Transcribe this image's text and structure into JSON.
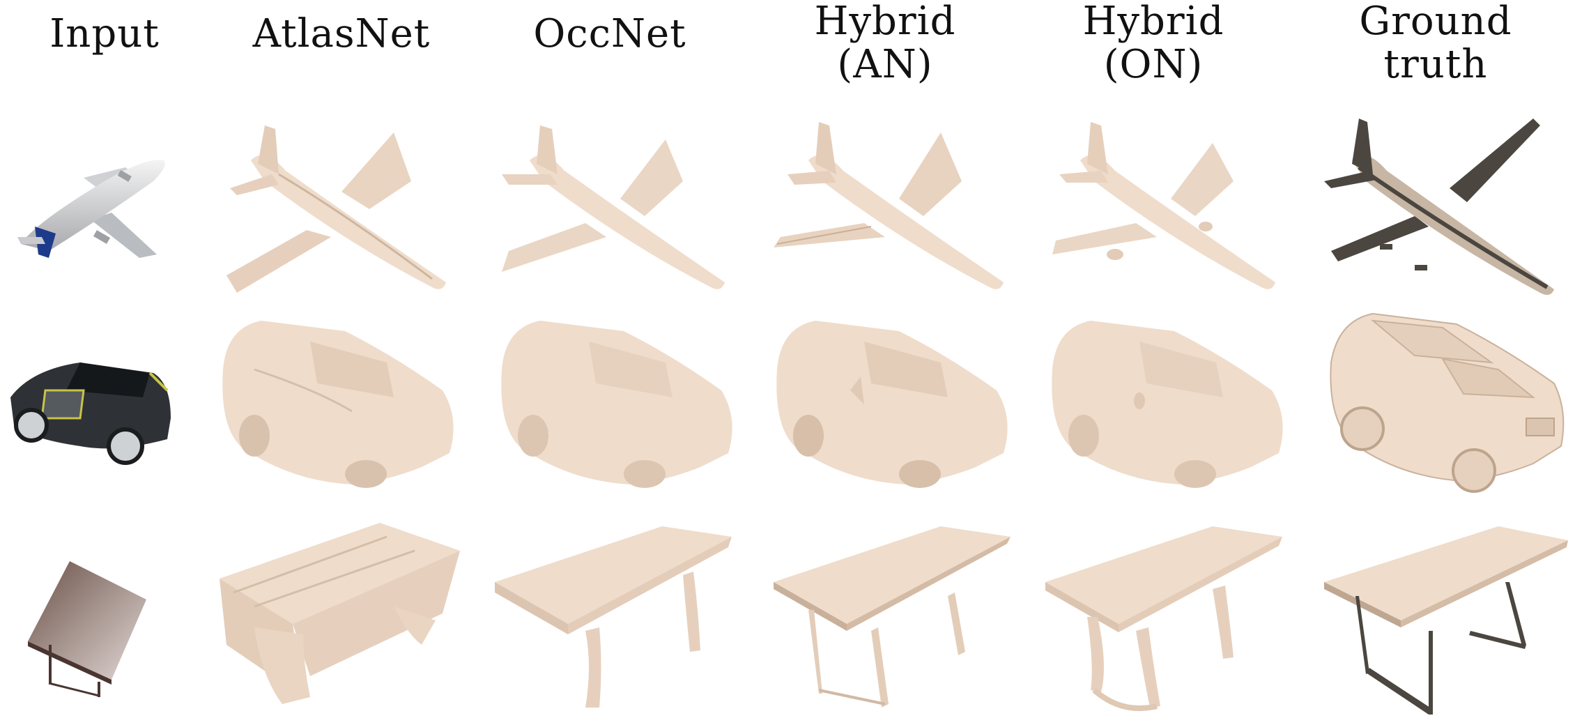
{
  "columns": [
    {
      "id": "input",
      "label": "Input"
    },
    {
      "id": "atlasnet",
      "label": "AtlasNet"
    },
    {
      "id": "occnet",
      "label": "OccNet"
    },
    {
      "id": "hybrid-an",
      "label": "Hybrid\n(AN)"
    },
    {
      "id": "hybrid-on",
      "label": "Hybrid\n(ON)"
    },
    {
      "id": "ground-truth",
      "label": "Ground\ntruth"
    }
  ],
  "rows": [
    "airplane",
    "car",
    "table"
  ],
  "colors": {
    "mesh": "#efdccb",
    "mesh_shade": "#d7c0ab",
    "ground_truth_dark": "#4b463f",
    "input_blue": "#1e3a8a",
    "input_car_body": "#2e3236",
    "input_table_top": "#7a6258"
  }
}
